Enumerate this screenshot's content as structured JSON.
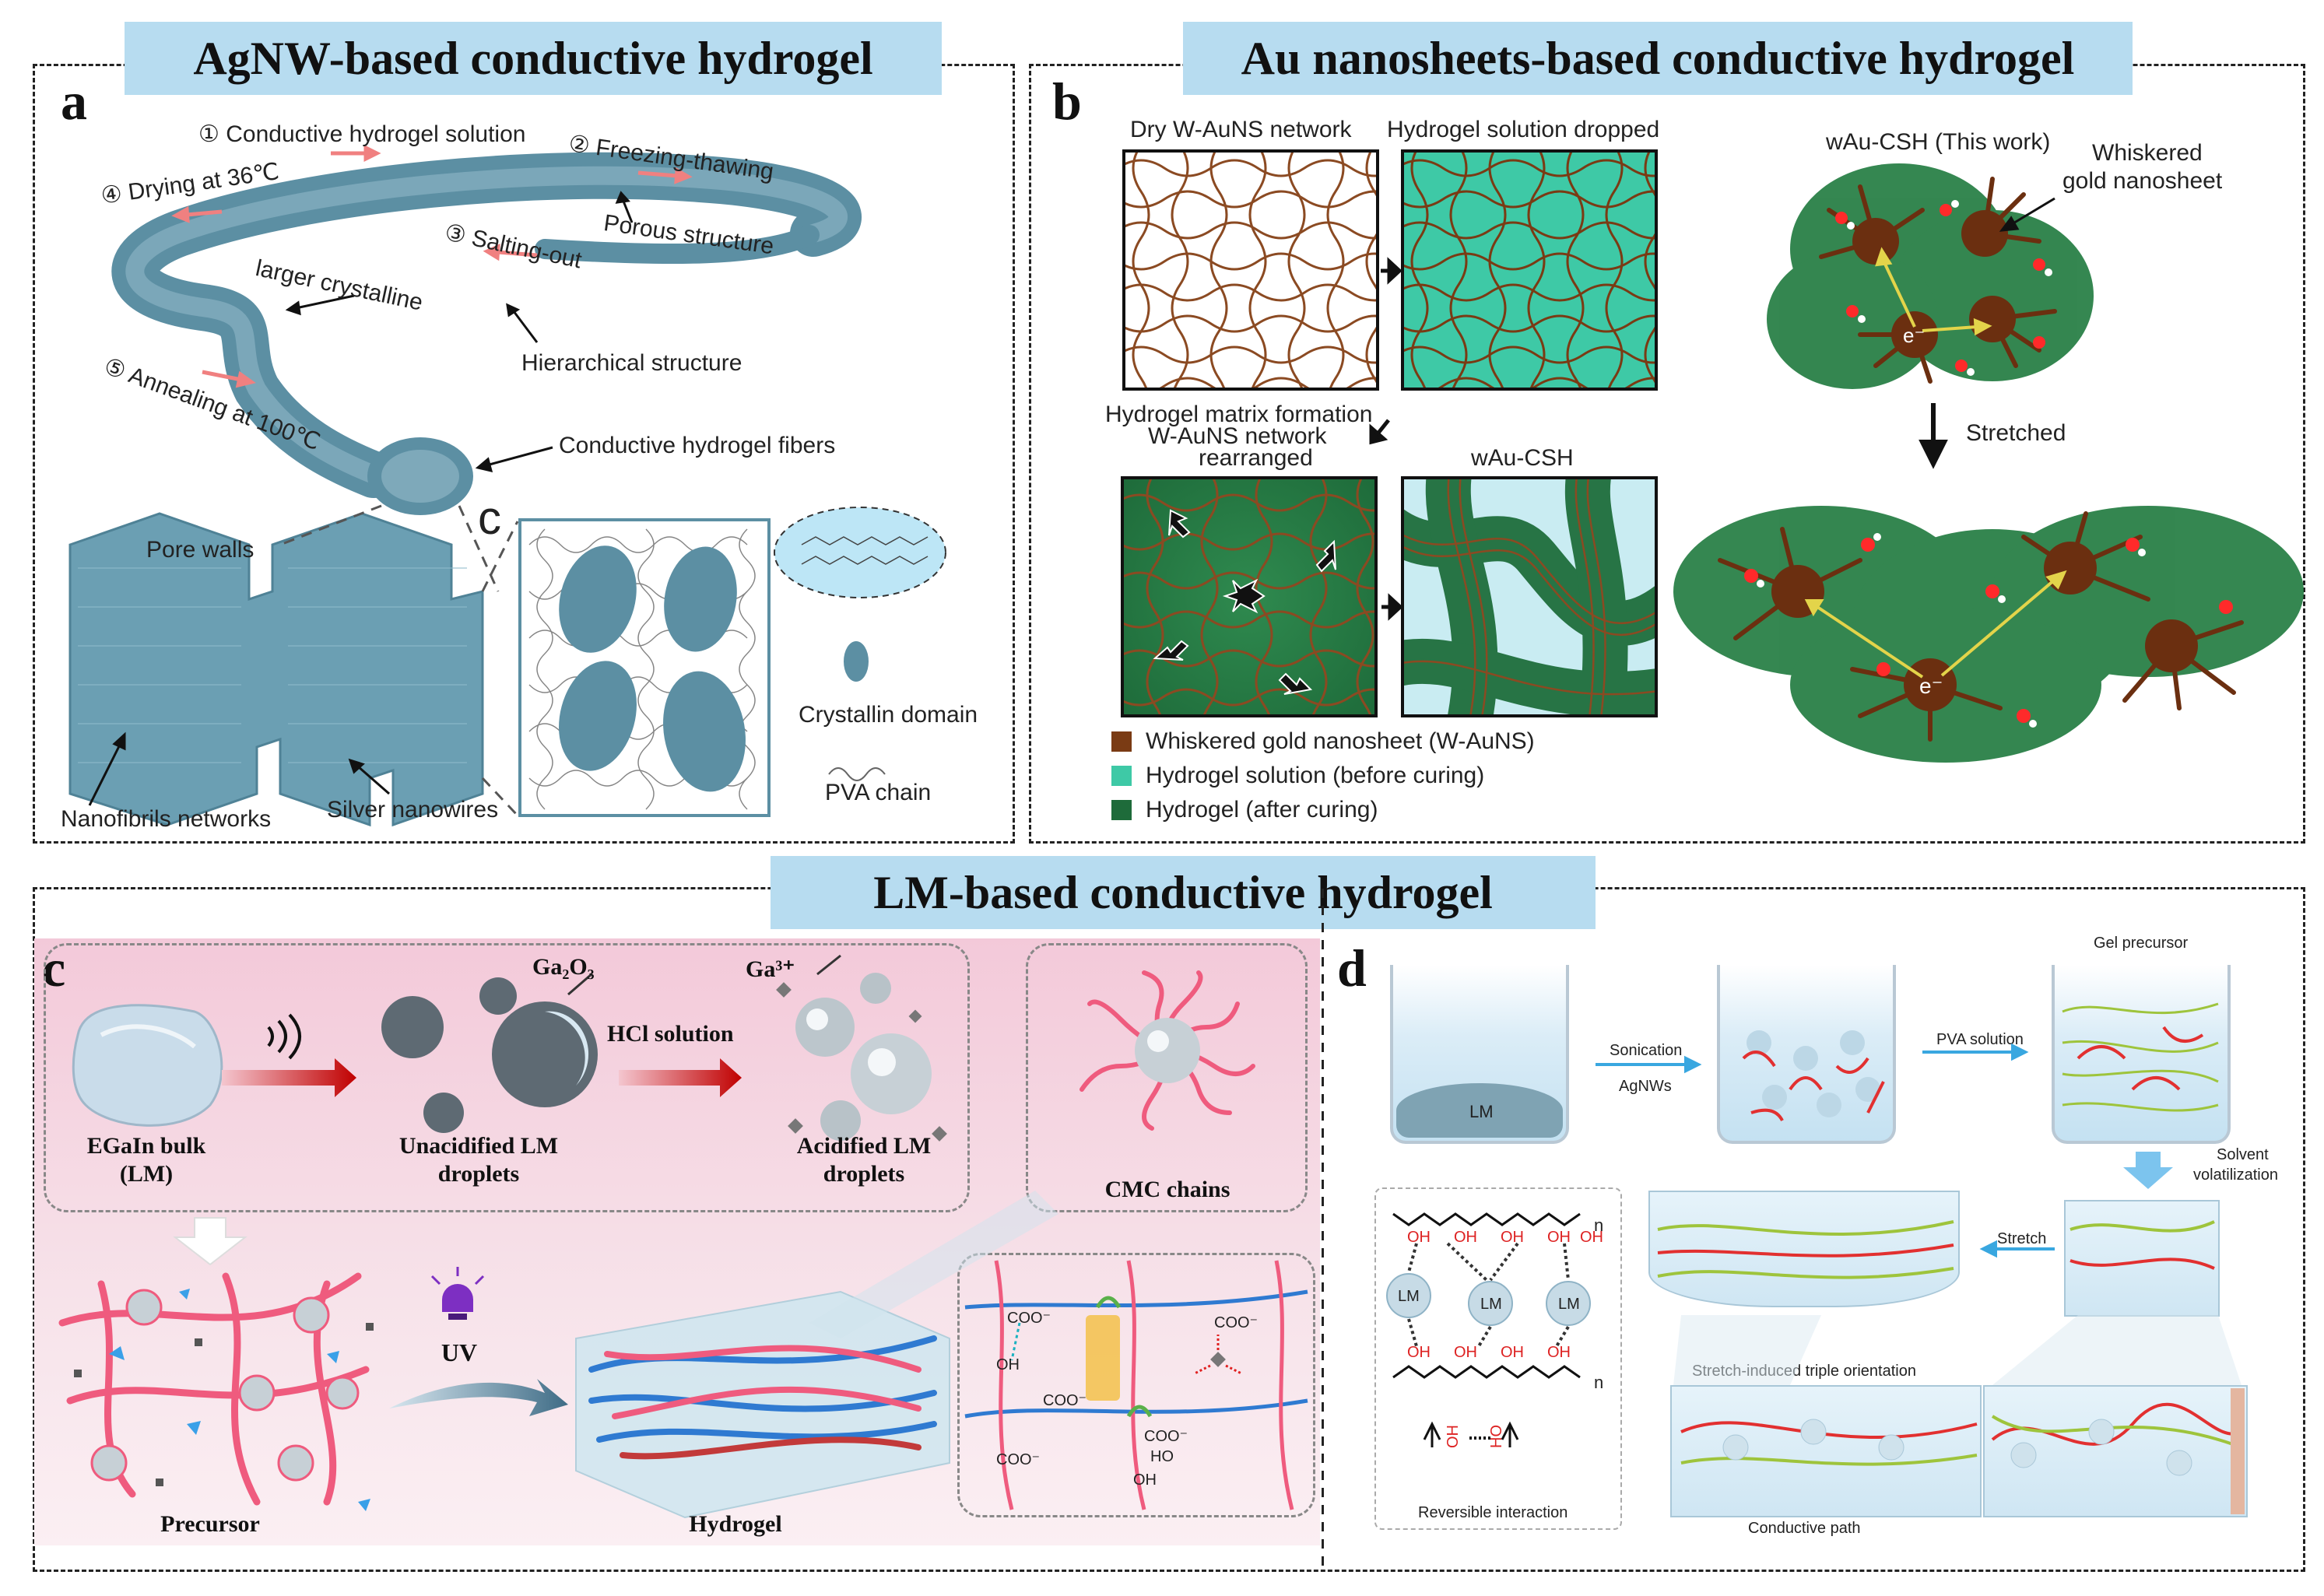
{
  "banners": {
    "agnw": "AgNW-based  conductive hydrogel",
    "au": "Au nanosheets-based  conductive hydrogel",
    "lm": "LM-based  conductive hydrogel"
  },
  "panel_a": {
    "label": "a",
    "steps": {
      "s1": "① Conductive hydrogel solution",
      "s2": "② Freezing-thawing",
      "s3": "③ Salting-out",
      "s4": "④ Drying at 36℃",
      "s5": "⑤ Annealing at 100℃"
    },
    "porous": "Porous structure",
    "larger_crystalline": "larger crystalline",
    "hierarchical": "Hierarchical structure",
    "fibers": "Conductive hydrogel fibers",
    "pore_walls": "Pore walls",
    "nanofibrils": "Nanofibrils networks",
    "silver_nanowires": "Silver nanowires",
    "c_label": "c",
    "crystallin": "Crystallin domain",
    "pva_chain": "PVA chain"
  },
  "panel_b": {
    "label": "b",
    "dry": "Dry W-AuNS network",
    "dropped": "Hydrogel solution dropped",
    "matrix_formation": "Hydrogel matrix formation",
    "rearranged_1": "W-AuNS network",
    "rearranged_2": "rearranged",
    "wau": "wAu-CSH",
    "this_work": "wAu-CSH (This work)",
    "whiskered_1": "Whiskered",
    "whiskered_2": "gold nanosheet",
    "stretched": "Stretched",
    "electron": "e⁻",
    "legend": [
      "Whiskered gold nanosheet (W-AuNS)",
      "Hydrogel solution (before curing)",
      "Hydrogel (after curing)"
    ],
    "legend_colors": [
      "#7a3b14",
      "#3ec9a6",
      "#1e6b3a"
    ]
  },
  "panel_c": {
    "label": "c",
    "egain_1": "EGaIn bulk",
    "egain_2": "(LM)",
    "ga2o3": "Ga₂O₃",
    "ga3": "Ga³⁺",
    "hcl": "HCl solution",
    "unacid_1": "Unacidified LM",
    "unacid_2": "droplets",
    "acid_1": "Acidified LM",
    "acid_2": "droplets",
    "cmc": "CMC chains",
    "uv": "UV",
    "precursor": "Precursor",
    "hydrogel": "Hydrogel",
    "coo": "COO⁻",
    "oh": "OH",
    "ho": "HO"
  },
  "panel_d": {
    "label": "d",
    "lm": "LM",
    "sonication": "Sonication",
    "agnws": "AgNWs",
    "pva": "PVA solution",
    "gel_precursor": "Gel precursor",
    "solvent_1": "Solvent",
    "solvent_2": "volatilization",
    "stretch": "Stretch",
    "triple": "Stretch-induced triple orientation",
    "conductive_path": "Conductive path",
    "reversible": "Reversible interaction",
    "n": "n",
    "oh": "OH",
    "ho": "HO"
  }
}
